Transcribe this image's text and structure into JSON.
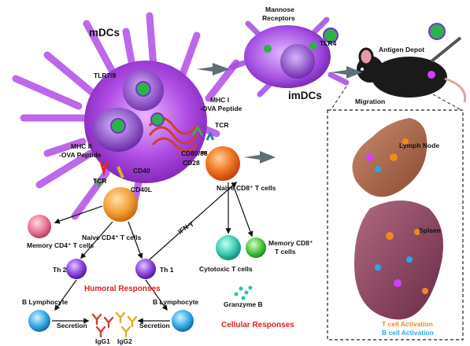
{
  "colors": {
    "dc_purple": "#b04ee6",
    "t_cell_orange": "#f08a1c",
    "b_cell_blue": "#2aa8e6",
    "response_red": "#e0201d",
    "arrow_gray": "#5f6f7a",
    "organ_brown": "#a8634a"
  },
  "labels": {
    "mdcs": "mDCs",
    "imdcs": "imDCs",
    "mannose": "Mannose",
    "receptors": "Receptors",
    "tlr4": "TLR4",
    "antigen_depot": "Antigen Depot",
    "migration": "Migration",
    "tlr78": "TLR7/8",
    "mhc1": "MHC I",
    "ova1": "-OVA Peptide",
    "tcr1": "TCR",
    "cd8086": "CD80/86",
    "cd28": "CD28",
    "mhc2": "MHC II",
    "ova2": "-OVA Peptide",
    "cd40": "CD40",
    "tcr2": "TCR",
    "cd40l": "CD40L",
    "naive_cd8": "Naive CD8⁺ T cells",
    "naive_cd4": "Naive CD4⁺ T cells",
    "memory_cd4": "Memory CD4⁺ T cells",
    "ifn": "IFN-γ",
    "cytotoxic": "Cytotoxic T cells",
    "memory_cd8_1": "Memory CD8⁺",
    "memory_cd8_2": "T cells",
    "th2": "Th 2",
    "th1": "Th 1",
    "humoral": "Humoral Responses",
    "granzyme": "Granzyme B",
    "b_lympho_left": "B Lymphocyte",
    "b_lympho_right": "B Lymphocyte",
    "secretion_left": "Secretion",
    "secretion_right": "Secretion",
    "igg1": "IgG1",
    "igg2": "IgG2",
    "cellular": "Cellular Responses",
    "lymph_node": "Lymph Node",
    "spleen": "Spleen",
    "t_activation": "T cell Activation",
    "b_activation": "B cell Activation"
  }
}
